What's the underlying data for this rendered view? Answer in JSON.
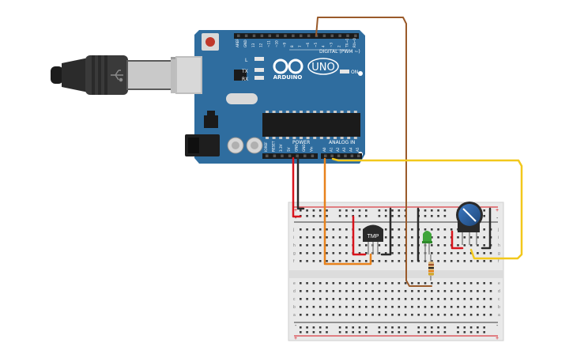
{
  "board": {
    "brand": "ARDUINO",
    "model": "UNO",
    "digital_label": "DIGITAL (PWM ~)",
    "power_label": "POWER",
    "analog_label": "ANALOG IN",
    "on_label": "ON",
    "led_labels": [
      "L",
      "TX",
      "RX"
    ],
    "digital_pins": [
      "AREF",
      "GND",
      "13",
      "12",
      "~11",
      "~10",
      "~9",
      "8",
      "7",
      "~6",
      "~5",
      "4",
      "~3",
      "2",
      "TX→1",
      "RX←0"
    ],
    "power_pins": [
      "IOREF",
      "RESET",
      "3.3V",
      "5V",
      "GND",
      "GND",
      "Vin"
    ],
    "analog_pins": [
      "A0",
      "A1",
      "A2",
      "A3",
      "A4",
      "A5"
    ]
  },
  "breadboard": {
    "row_letters_top": [
      "j",
      "i",
      "h",
      "g",
      "f"
    ],
    "row_letters_bottom": [
      "e",
      "d",
      "c",
      "b",
      "a"
    ],
    "rail_plus": "+",
    "rail_minus": "-"
  },
  "components": {
    "temp_sensor_label": "TMP",
    "led_color": "#3fa53a"
  },
  "wires": {
    "red": "#d8141c",
    "black": "#2a2a2a",
    "orange": "#e8821c",
    "brown": "#9a5a2a",
    "yellow": "#f2c81c"
  },
  "colors": {
    "board_blue": "#2f6d9f",
    "breadboard": "#e9e9e9",
    "pot_blue": "#2a5d9e"
  }
}
